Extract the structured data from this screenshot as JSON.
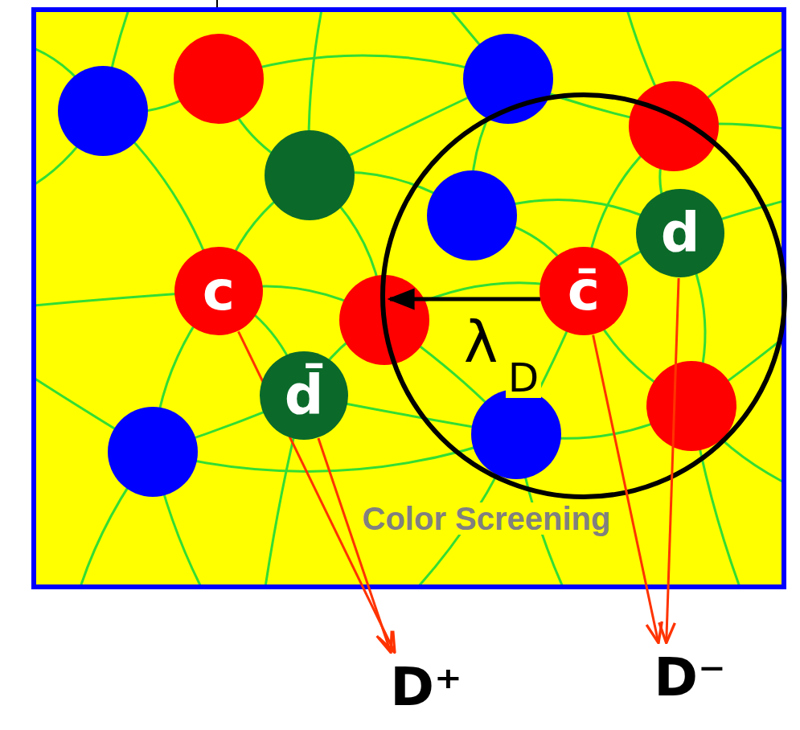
{
  "diagram": {
    "nodes": [
      {
        "text": [
          "c"
        ]
      },
      {
        "text": [
          "d̄"
        ]
      },
      {
        "text": [
          "c̄"
        ]
      },
      {
        "text": [
          "d"
        ]
      },
      {
        "text": [
          "D⁺"
        ]
      },
      {
        "text": [
          "D⁻"
        ]
      }
    ],
    "edges": [
      {
        "from": 0,
        "to": 4,
        "arrow": "to"
      },
      {
        "from": 1,
        "to": 4,
        "arrow": "to"
      },
      {
        "from": 2,
        "to": 5,
        "arrow": "to"
      },
      {
        "from": 3,
        "to": 5,
        "arrow": "to"
      }
    ],
    "labels": [
      "λ",
      "D",
      "Color Screening"
    ]
  }
}
